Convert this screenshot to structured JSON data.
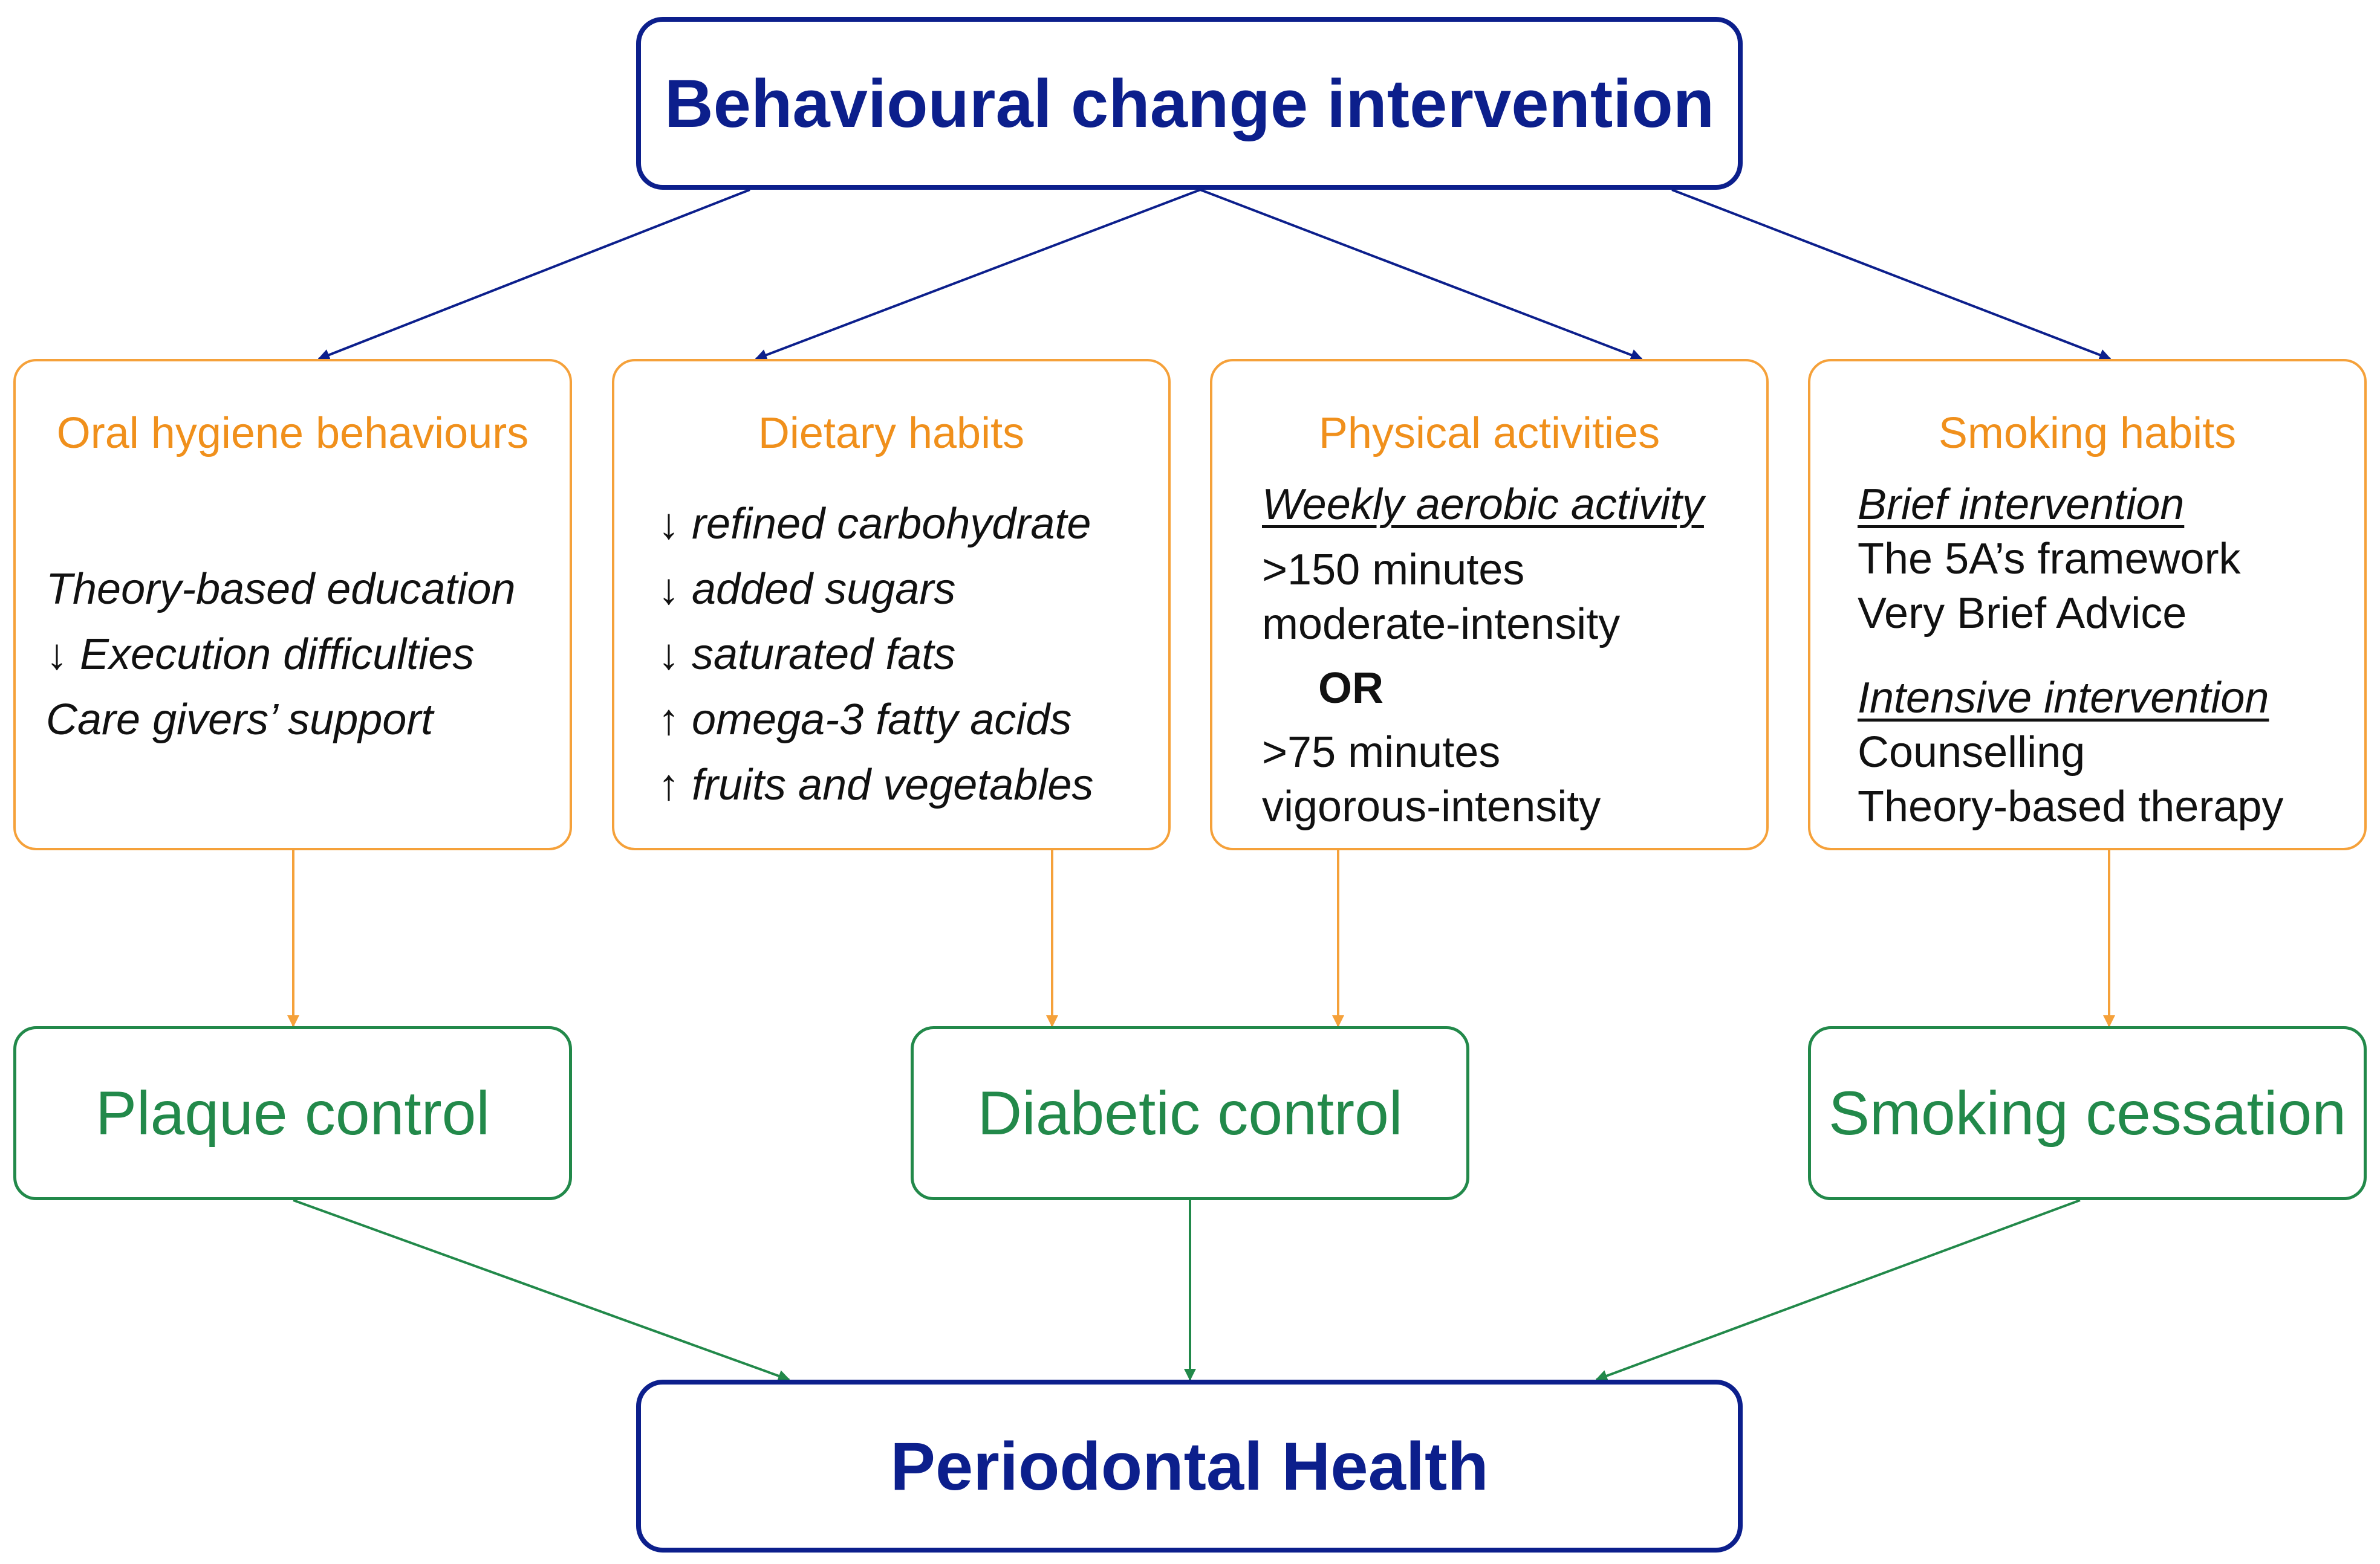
{
  "top": {
    "title": "Behavioural change intervention"
  },
  "boxes": [
    {
      "title": "Oral hygiene behaviours",
      "items": [
        "Theory-based education",
        "↓ Execution difficulties",
        "Care givers’ support"
      ]
    },
    {
      "title": "Dietary habits",
      "items": [
        "↓ refined carbohydrate",
        "↓ added sugars",
        "↓ saturated fats",
        "↑ omega-3 fatty acids",
        "↑ fruits and vegetables"
      ]
    },
    {
      "title": "Physical activities",
      "subheading": "Weekly aerobic activity",
      "lines": [
        ">150 minutes",
        "moderate-intensity",
        "OR",
        ">75 minutes",
        "vigorous-intensity"
      ]
    },
    {
      "title": "Smoking habits",
      "brief_heading": "Brief intervention",
      "brief_items": [
        "The 5A’s framework",
        "Very Brief Advice"
      ],
      "intensive_heading": "Intensive intervention",
      "intensive_items": [
        "Counselling",
        "Theory-based therapy"
      ]
    }
  ],
  "outcomes": [
    "Plaque control",
    "Diabetic control",
    "Smoking cessation"
  ],
  "bottom": {
    "title": "Periodontal Health"
  },
  "colors": {
    "navy": "#0c1f8c",
    "orange": "#f5a13a",
    "green": "#22894a"
  }
}
